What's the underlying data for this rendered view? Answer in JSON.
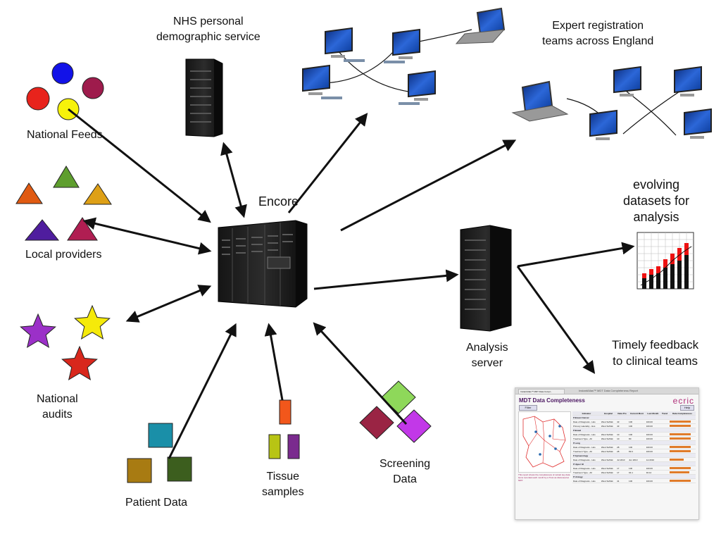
{
  "labels": {
    "nhs_service": [
      "NHS personal",
      "demographic service"
    ],
    "expert_teams": [
      "Expert registration",
      "teams across England"
    ],
    "national_feeds": "National Feeds",
    "local_providers": "Local providers",
    "national_audits": [
      "National",
      "audits"
    ],
    "encore": "Encore",
    "evolving": [
      "evolving",
      "datasets for",
      "analysis"
    ],
    "analysis_server": [
      "Analysis",
      "server"
    ],
    "timely_feedback": [
      "Timely feedback",
      "to clinical teams"
    ],
    "patient_data": "Patient Data",
    "tissue_samples": [
      "Tissue",
      "samples"
    ],
    "screening_data": [
      "Screening",
      "Data"
    ]
  },
  "colors": {
    "circles": [
      "#e8231c",
      "#1212e8",
      "#9e1b4c",
      "#f7f20a"
    ],
    "triangles": [
      "#e05a12",
      "#5e9e2e",
      "#dea016",
      "#4f1d9e",
      "#b01e52"
    ],
    "stars": [
      "#9b30c8",
      "#f5ea0a",
      "#d8271c"
    ],
    "patient_squares": [
      "#1a8fa8",
      "#a87b12",
      "#3c5e1e"
    ],
    "tissue_bars": [
      "#f2571b",
      "#b8c414",
      "#7a2a8e"
    ],
    "screening_diamonds": [
      "#8ed85a",
      "#9a2444",
      "#c238e8"
    ]
  },
  "report": {
    "window_title": "InstantAtlas™ MDT Data Completeness Report",
    "tab_title": "InstantAtlas™ MDT Data Compl...",
    "title": "MDT Data Completeness",
    "logo": "ecric",
    "filter": "Filter",
    "help": "Help",
    "description": "This report shows the completeness of certain key data items recorded each month by a Trust as discussed at MDT.",
    "columns": [
      "Indicator",
      "Hospital",
      "Data Pro",
      "Current Mont",
      "Last Month",
      "Trend",
      "Data Completeness"
    ],
    "groups": [
      {
        "name": "Breast Cancer",
        "rows": [
          [
            "Date of Diagnosis - Hos",
            "West Suffolk",
            "43",
            "100",
            "100.00"
          ],
          [
            "Primary Laterality - Hos",
            "West Suffolk",
            "43",
            "100",
            "100.00"
          ]
        ]
      },
      {
        "name": "Bowel",
        "rows": [
          [
            "Date of Diagnosis - Hos",
            "West Suffolk",
            "10",
            "100",
            "100.00"
          ],
          [
            "Treatment Type - All",
            "West Suffolk",
            "10",
            "80",
            "100.00"
          ]
        ]
      },
      {
        "name": "Lung",
        "rows": [
          [
            "Date of Diagnosis - Hos",
            "West Suffolk",
            "28",
            "100",
            "100.00"
          ],
          [
            "Treatment Type - All",
            "West Suffolk",
            "28",
            "89.3",
            "100.00"
          ]
        ]
      },
      {
        "name": "Gynaecology",
        "rows": [
          [
            "Date of Diagnosis - Hos",
            "West Suffolk",
            "Jul 2010",
            "Jun 2010",
            "Jul 2010"
          ]
        ]
      },
      {
        "name": "Upper GI",
        "rows": [
          [
            "Date of Diagnosis - Hos",
            "West Suffolk",
            "17",
            "100",
            "100.00"
          ],
          [
            "Treatment Type - All",
            "West Suffolk",
            "17",
            "94.1",
            "94.12"
          ]
        ]
      },
      {
        "name": "Urology",
        "rows": [
          [
            "Date of Diagnosis - Hos",
            "West Suffolk",
            "41",
            "100",
            "100.00"
          ]
        ]
      }
    ]
  }
}
